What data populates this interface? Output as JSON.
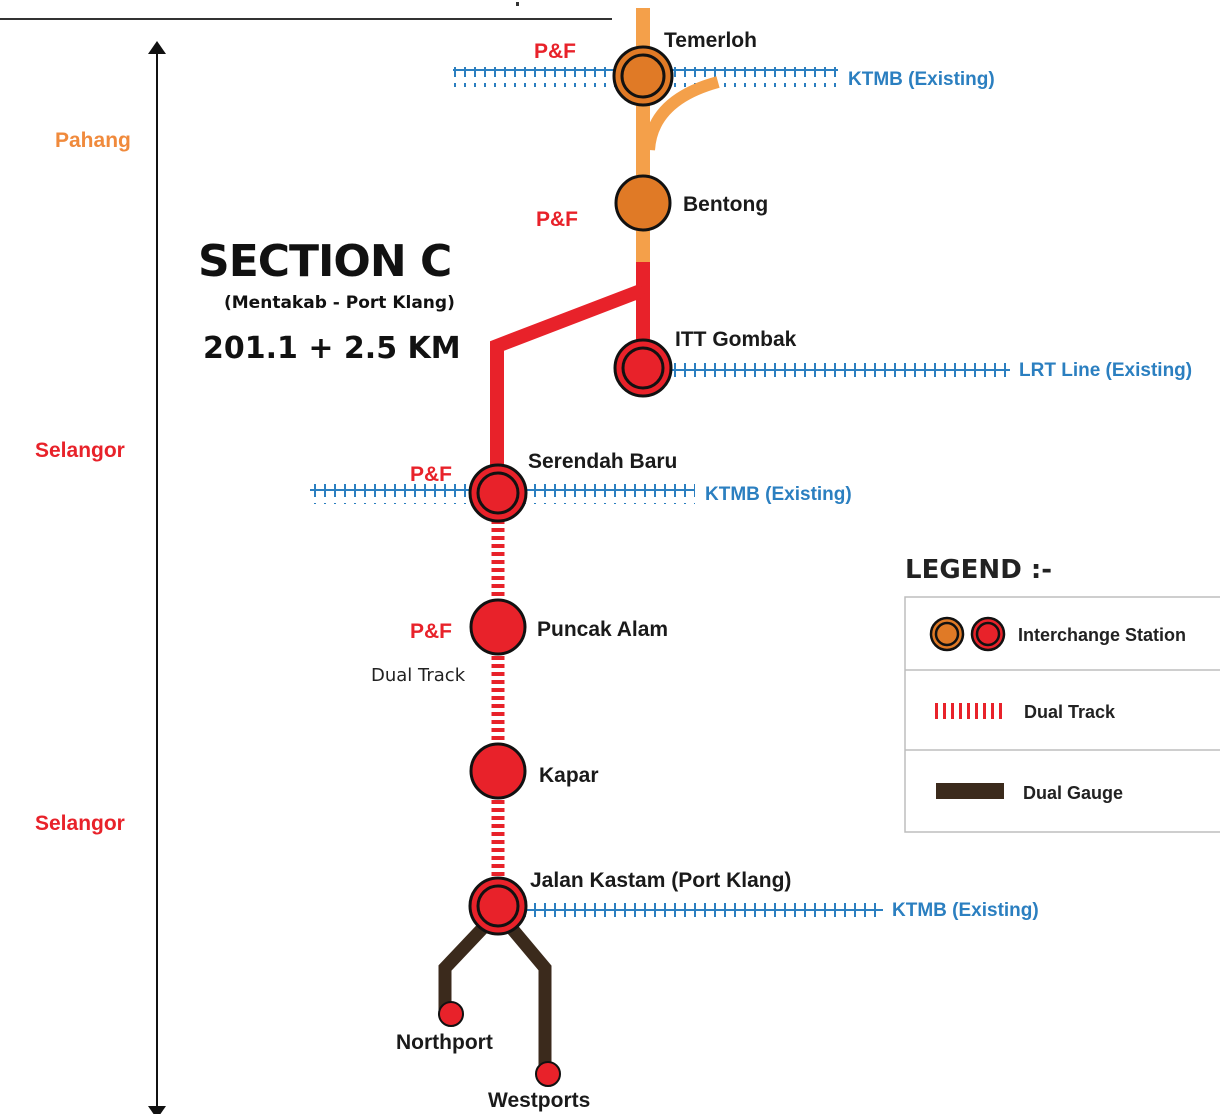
{
  "diagram": {
    "title": "SECTION C",
    "subtitle": "(Mentakab - Port Klang)",
    "distance": "201.1 + 2.5 KM",
    "park_and_ride_label": "P&F",
    "dual_track_note": "Dual Track",
    "colors": {
      "orange_line": "#f4a04a",
      "orange_station": "#e07a26",
      "red_line": "#e8222a",
      "red_station": "#e8222a",
      "dual_gauge": "#3b2a1c",
      "existing_line": "#2b7fc0",
      "pahang": "#f08a3c",
      "selangor": "#e8222a"
    }
  },
  "states": [
    {
      "name": "Pahang"
    },
    {
      "name": "Selangor"
    },
    {
      "name": "Selangor"
    }
  ],
  "stations": [
    {
      "name": "Temerloh",
      "type": "interchange",
      "color": "orange"
    },
    {
      "name": "Bentong",
      "type": "station",
      "color": "orange"
    },
    {
      "name": "ITT Gombak",
      "type": "interchange",
      "color": "red"
    },
    {
      "name": "Serendah Baru",
      "type": "interchange",
      "color": "red"
    },
    {
      "name": "Puncak Alam",
      "type": "station",
      "color": "red"
    },
    {
      "name": "Kapar",
      "type": "station",
      "color": "red"
    },
    {
      "name": "Jalan Kastam (Port Klang)",
      "type": "interchange",
      "color": "red"
    },
    {
      "name": "Northport",
      "type": "terminal",
      "color": "red"
    },
    {
      "name": "Westports",
      "type": "terminal",
      "color": "red"
    }
  ],
  "existing_lines": [
    {
      "label": "KTMB (Existing)",
      "at": "Temerloh"
    },
    {
      "label": "LRT Line (Existing)",
      "at": "ITT Gombak"
    },
    {
      "label": "KTMB (Existing)",
      "at": "Serendah Baru"
    },
    {
      "label": "KTMB (Existing)",
      "at": "Jalan Kastam (Port Klang)"
    }
  ],
  "legend": {
    "title": "LEGEND :-",
    "items": [
      {
        "label": "Interchange Station",
        "icon": "interchange-station-icon"
      },
      {
        "label": "Dual Track",
        "icon": "dual-track-icon"
      },
      {
        "label": "Dual Gauge",
        "icon": "dual-gauge-icon"
      }
    ]
  }
}
